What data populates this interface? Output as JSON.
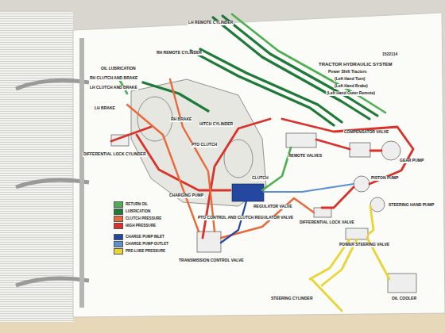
{
  "diagram": {
    "title": "TRACTOR HYDRAULIC SYSTEM",
    "labels": [
      "1522114",
      "Power Shift Tractors",
      "(Left Hand Turn)",
      "(Left Hand Brake)",
      "(Left Hand Outer Remote)",
      "LH REMOTE CYLINDER",
      "RH REMOTE CYLINDER",
      "OIL LUBRICATION",
      "RH CLUTCH AND BRAKE",
      "LH CLUTCH AND BRAKE",
      "RH BRAKE",
      "LH BRAKE",
      "HITCH CYLINDER",
      "PTO CLUTCH",
      "DIFFERENTIAL LOCK CYLINDER",
      "CHARGING PUMP",
      "CLUTCH",
      "REGULATOR VALVE",
      "PTO CONTROL AND CLUTCH REGULATOR VALVE",
      "REMOTE VALVES",
      "COMPENSATOR VALVE",
      "GEAR PUMP",
      "PISTON PUMP",
      "STEERING HAND PUMP",
      "DIFFERENTIAL LOCK VALVE",
      "POWER STEERING VALVE",
      "TRANSMISSION CONTROL VALVE",
      "STEERING CYLINDER",
      "OIL COOLER"
    ],
    "legend": [
      {
        "text": "RETURN OIL",
        "color": "#4caf50"
      },
      {
        "text": "LUBRICATION",
        "color": "#1f7a3a"
      },
      {
        "text": "CLUTCH PRESSURE",
        "color": "#e86a3a"
      },
      {
        "text": "HIGH PRESSURE",
        "color": "#d8322a"
      },
      {
        "text": "CHARGE PUMP INLET",
        "color": "#2447a0"
      },
      {
        "text": "CHARGE PUMP OUTLET",
        "color": "#5a8fd0"
      },
      {
        "text": "PRE-LUBE PRESSURE",
        "color": "#e9d535"
      }
    ]
  }
}
